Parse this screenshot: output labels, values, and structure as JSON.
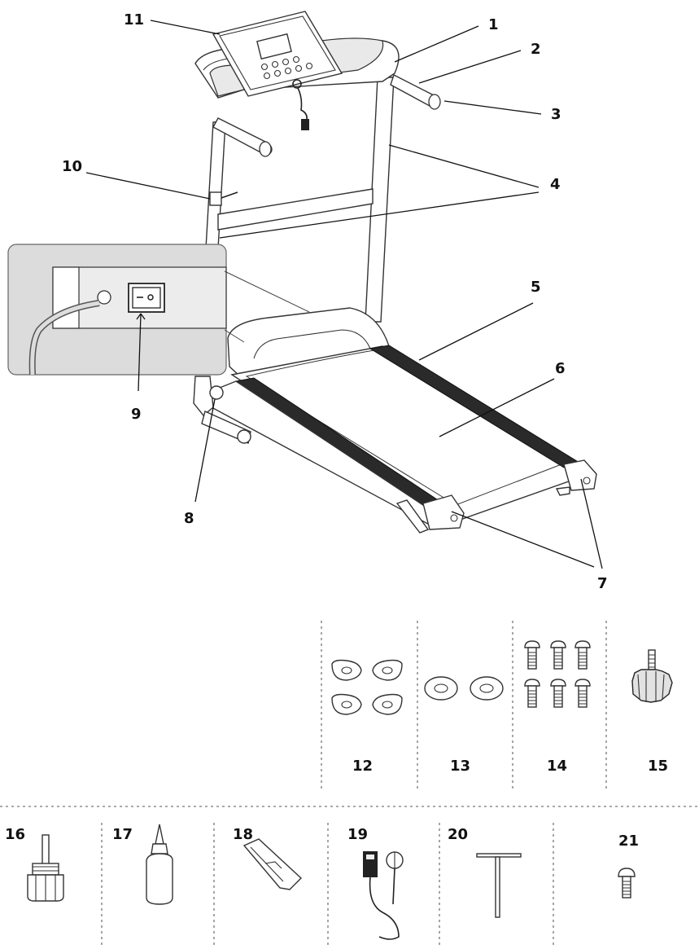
{
  "labels": {
    "p1": "1",
    "p2": "2",
    "p3": "3",
    "p4": "4",
    "p5": "5",
    "p6": "6",
    "p7": "7",
    "p8": "8",
    "p9": "9",
    "p10": "10",
    "p11": "11",
    "p12": "12",
    "p13": "13",
    "p14": "14",
    "p15": "15",
    "p16": "16",
    "p17": "17",
    "p18": "18",
    "p19": "19",
    "p20": "20",
    "p21": "21"
  }
}
